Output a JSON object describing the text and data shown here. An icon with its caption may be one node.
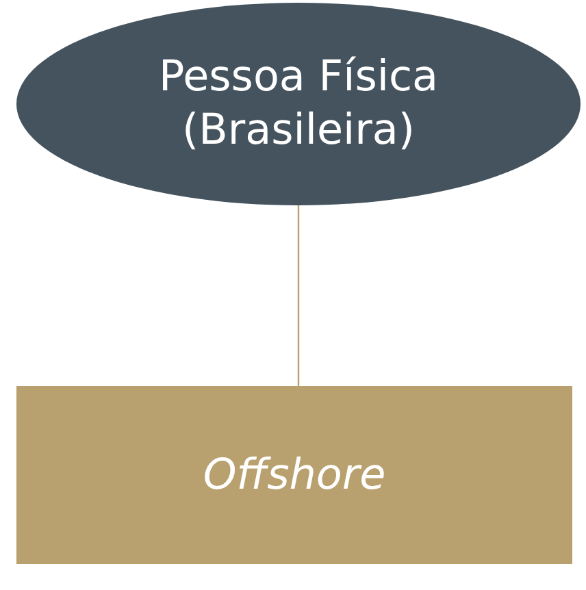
{
  "diagram": {
    "nodes": [
      {
        "text": [
          "Pessoa Física (Brasileira)"
        ]
      },
      {
        "text": [
          "Offshore"
        ]
      }
    ],
    "edges": [
      {
        "from": 0,
        "to": 1,
        "arrow": "none"
      }
    ]
  }
}
